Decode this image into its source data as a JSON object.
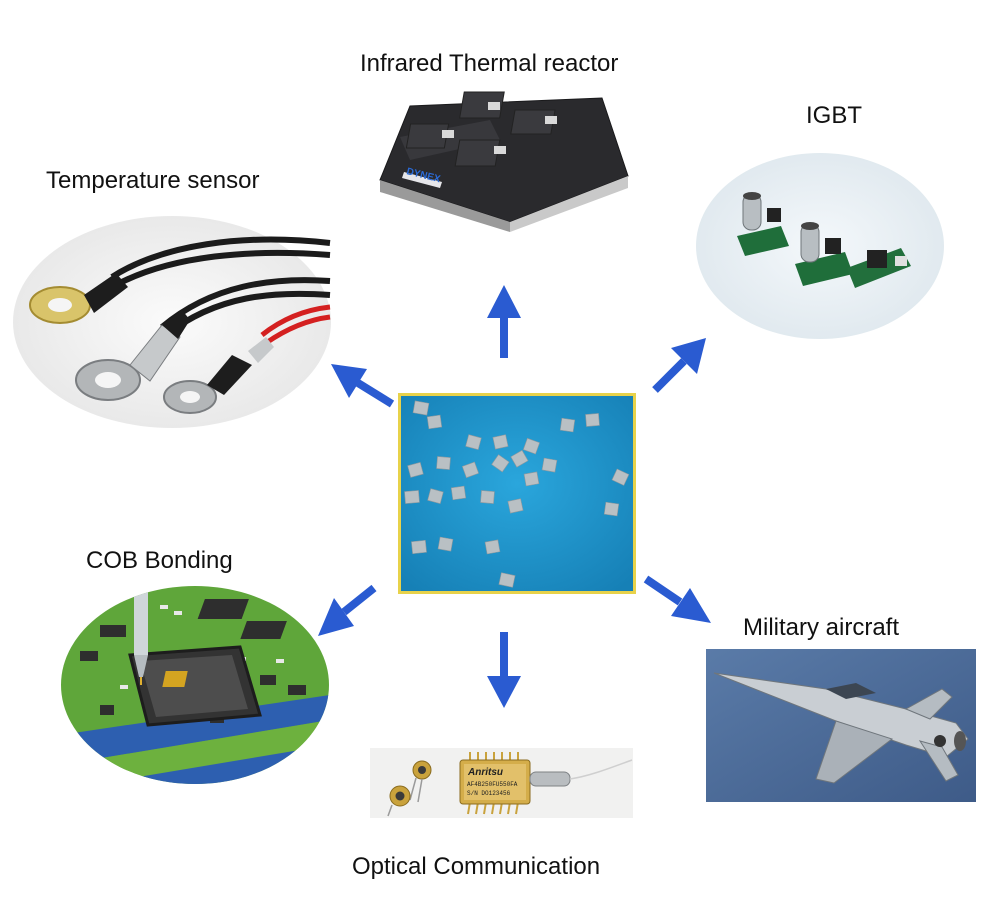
{
  "labels": {
    "infrared": "Infrared Thermal reactor",
    "igbt": "IGBT",
    "temperature": "Temperature sensor",
    "cob": "COB Bonding",
    "military": "Military aircraft",
    "optical": "Optical Communication"
  },
  "colors": {
    "arrow": "#2a5bd1",
    "center_border": "#e8d24a",
    "center_bg": "#1f93c9",
    "chip": "#b9c0c4"
  },
  "module": {
    "brand": "DYNEX"
  },
  "laser": {
    "brand": "Anritsu",
    "model": "AF4B250FU550FA",
    "serial": "S/N  DO123456"
  }
}
